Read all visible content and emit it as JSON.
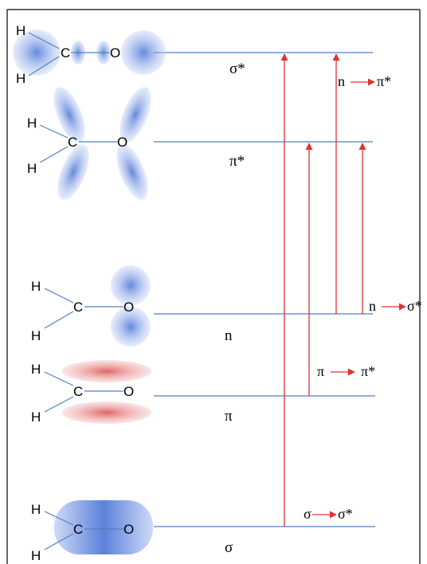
{
  "atoms": {
    "h": "H",
    "c": "C",
    "o": "O"
  },
  "levels": {
    "sigma_star": "σ*",
    "pi_star": "π*",
    "n": "n",
    "pi": "π",
    "sigma": "σ"
  },
  "transitions": {
    "n_to_pi_star": {
      "from": "n",
      "to": "π*"
    },
    "n_to_sigma_star": {
      "from": "n",
      "to": "σ*"
    },
    "pi_to_pi_star": {
      "from": "π",
      "to": "π*"
    },
    "sigma_to_sigma_star": {
      "from": "σ",
      "to": "σ*"
    }
  },
  "colors": {
    "level_line": "#4f81bd",
    "transition_arrow": "#e03131",
    "orbital_blue": "#4a73d6",
    "orbital_red": "#d94a4a",
    "bond": "#4f81bd",
    "frame": "#000000"
  }
}
